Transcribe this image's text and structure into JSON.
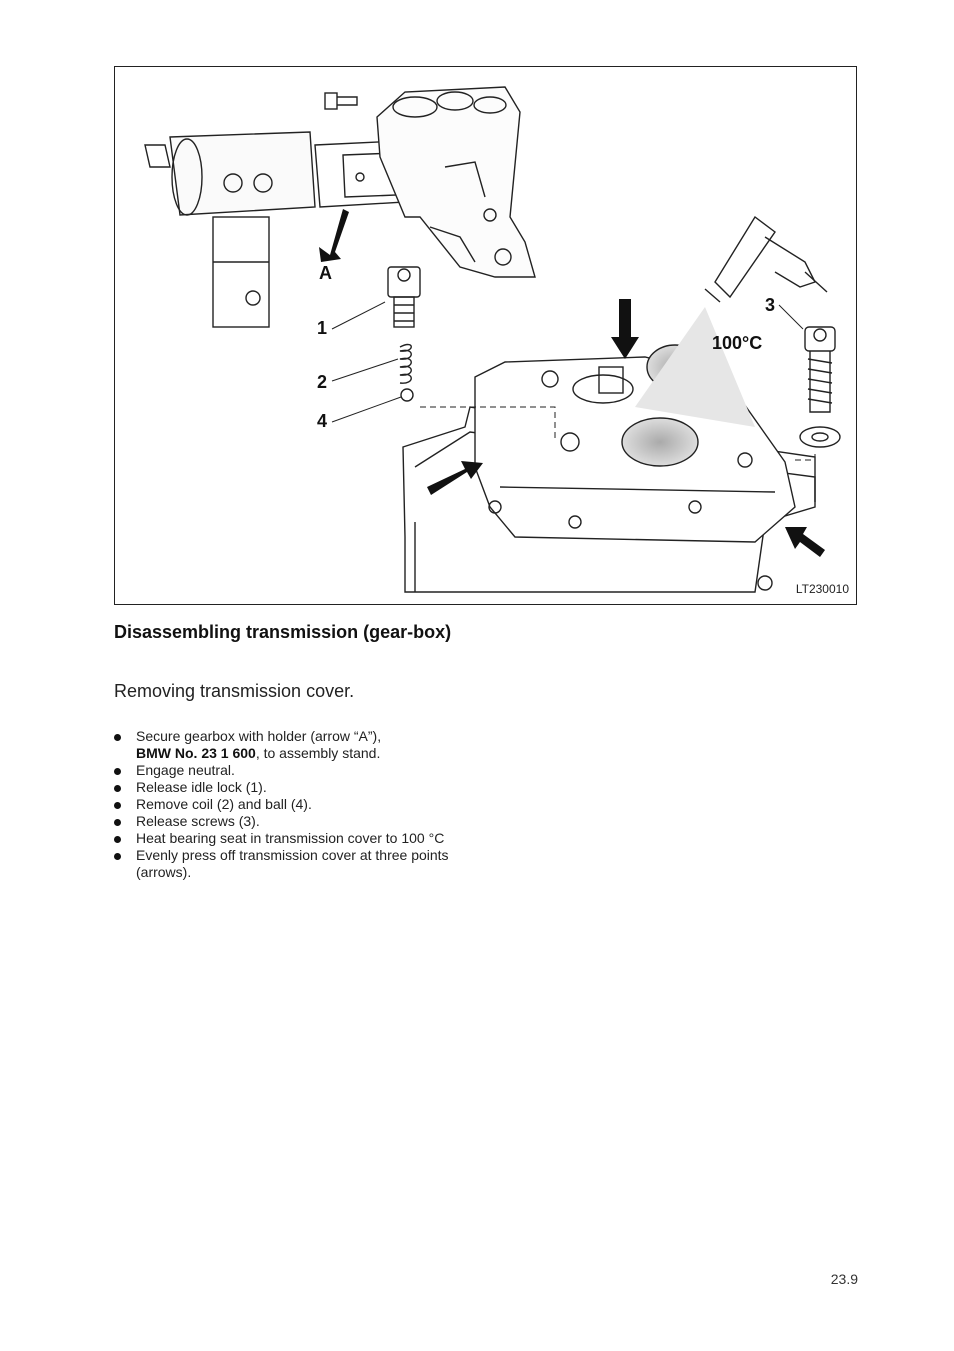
{
  "figure": {
    "label_a": "A",
    "label_1": "1",
    "label_2": "2",
    "label_3": "3",
    "label_4": "4",
    "temperature": "100°C",
    "code": "LT230010"
  },
  "heading": "Disassembling transmission (gear-box)",
  "subheading": "Removing transmission cover.",
  "steps": [
    {
      "pre": "Secure gearbox with holder (arrow “A”),",
      "bold": "BMW No. 23 1 600",
      "post": ", to assembly stand."
    },
    {
      "text": "Engage neutral."
    },
    {
      "text": "Release idle lock (1)."
    },
    {
      "text": "Remove coil (2) and ball (4)."
    },
    {
      "text": "Release screws (3)."
    },
    {
      "text": "Heat bearing seat in transmission cover to 100 °C"
    },
    {
      "text": "Evenly press off transmission cover at three points (arrows)."
    }
  ],
  "page_number": "23.9"
}
